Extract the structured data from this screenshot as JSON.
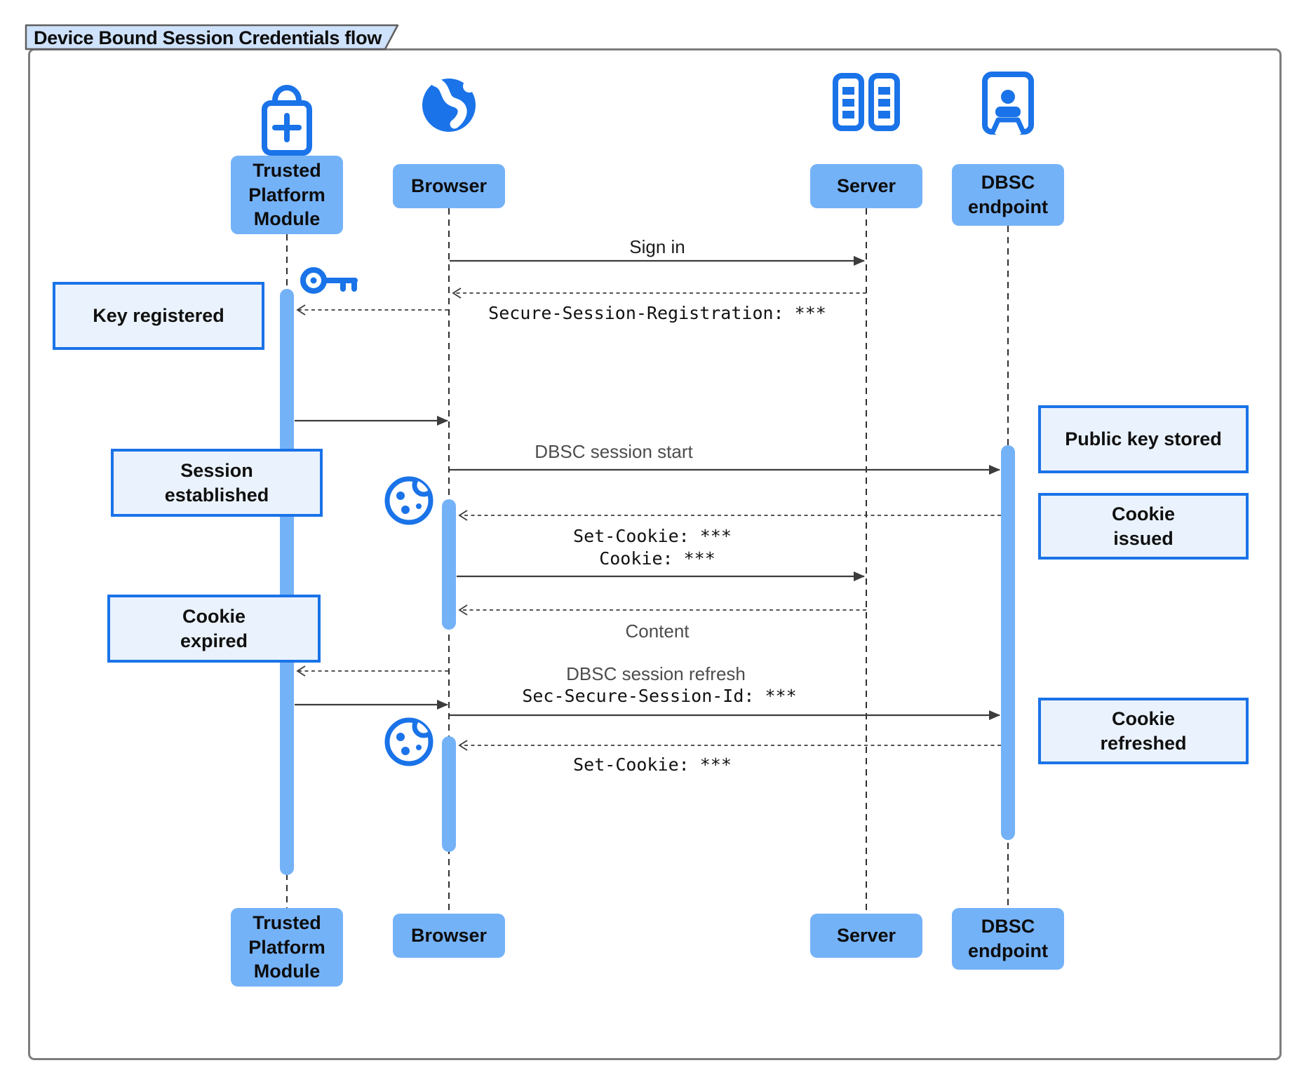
{
  "title": "Device Bound Session Credentials flow",
  "participants": {
    "tpm": {
      "label": "Trusted Platform Module",
      "icon": "lock-plus-icon"
    },
    "browser": {
      "label": "Browser",
      "icon": "globe-icon"
    },
    "server": {
      "label": "Server",
      "icon": "server-racks-icon"
    },
    "dbsc": {
      "label": "DBSC endpoint",
      "icon": "door-person-icon"
    }
  },
  "messages": {
    "sign_in": "Sign in",
    "secure_session_registration": "Secure-Session-Registration: ***",
    "dbsc_session_start": "DBSC session start",
    "set_cookie_issued": "Set-Cookie: ***",
    "cookie": "Cookie: ***",
    "content": "Content",
    "dbsc_session_refresh": "DBSC session refresh",
    "sec_secure_session_id": "Sec-Secure-Session-Id: ***",
    "set_cookie_refreshed": "Set-Cookie: ***"
  },
  "notes": {
    "key_registered": "Key registered",
    "session_established": "Session established",
    "cookie_expired": "Cookie expired",
    "public_key_stored": "Public key stored",
    "cookie_issued": "Cookie issued",
    "cookie_refreshed": "Cookie refreshed"
  },
  "colors": {
    "accent_blue": "#1a73e8",
    "participant_fill": "#74b2f8",
    "activation_fill": "#74b2f8",
    "note_fill": "#eaf2fd",
    "note_border": "#1a73e8",
    "title_fill": "#cfe2fb",
    "line": "#3c3c3c",
    "muted_label": "#4d4d4d"
  }
}
